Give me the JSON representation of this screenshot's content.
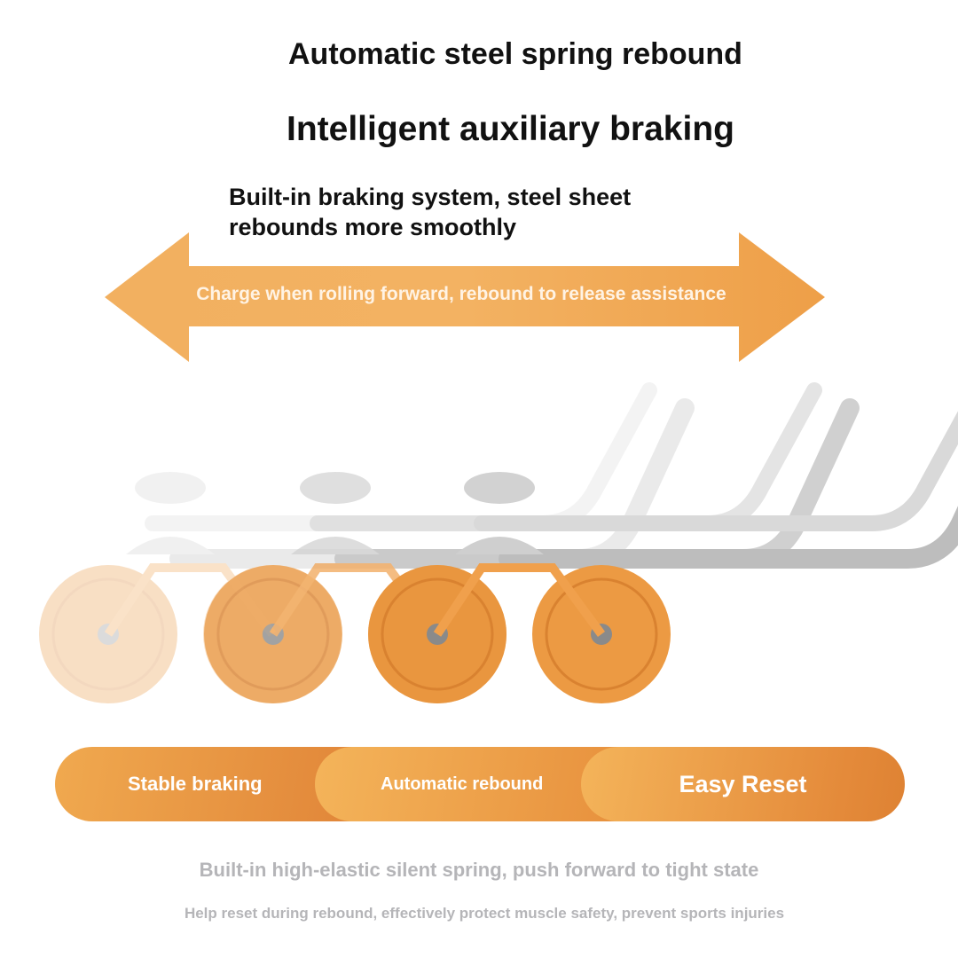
{
  "headline": "Automatic steel spring rebound",
  "title": "Intelligent auxiliary braking",
  "subtitle": "Built-in braking system, steel sheet rebounds more smoothly",
  "arrow_text": "Charge when rolling forward, rebound to release assistance",
  "features": [
    "Stable braking",
    "Automatic rebound",
    "Easy Reset"
  ],
  "footer_line1": "Built-in high-elastic silent spring, push forward to tight state",
  "footer_line2": "Help reset during rebound, effectively protect muscle safety, prevent sports injuries",
  "colors": {
    "accent": "#e8923e",
    "accent_light": "#f4b45a",
    "gray_text": "#b5b5b8",
    "handle": "#c8c8c8"
  }
}
